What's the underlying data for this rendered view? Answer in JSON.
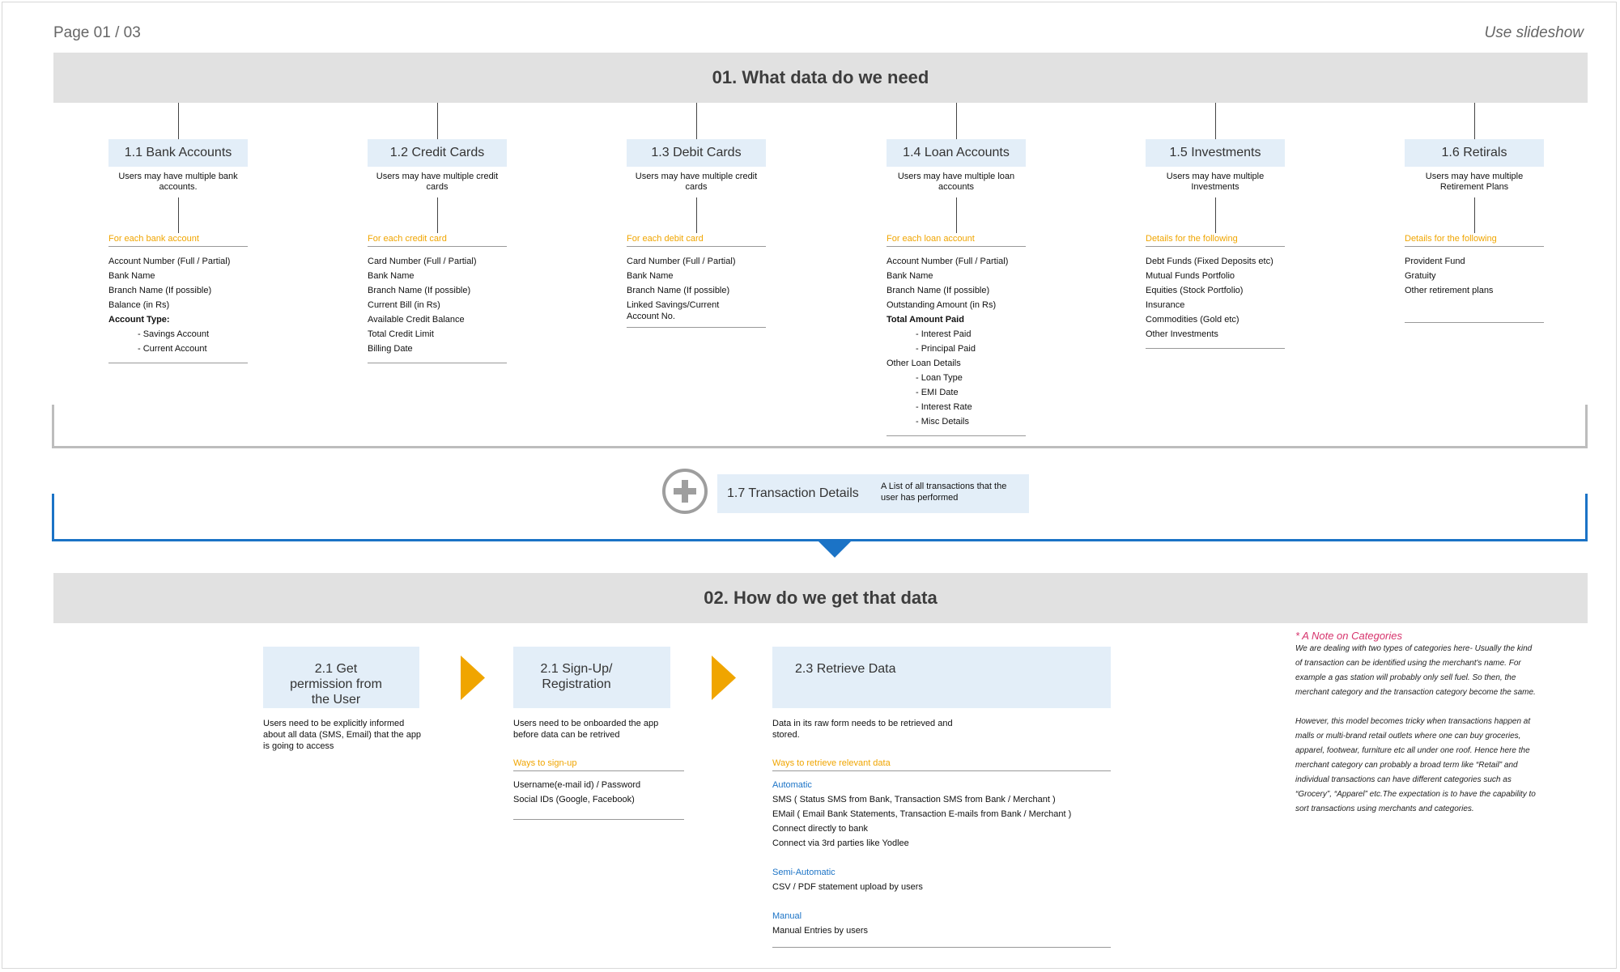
{
  "header": {
    "page_number": "Page 01 / 03",
    "slideshow_label": "Use slideshow"
  },
  "section1": {
    "title": "01. What data do we need",
    "categories": [
      {
        "title": "1.1 Bank Accounts",
        "desc": "Users may have multiple bank accounts.",
        "section": "For each bank account",
        "items": [
          "Account Number (Full / Partial)",
          "Bank Name",
          "Branch Name (If possible)",
          "Balance (in Rs)",
          "Account Type:",
          "- Savings Account",
          "- Current Account"
        ]
      },
      {
        "title": "1.2 Credit Cards",
        "desc": "Users may have multiple credit cards",
        "section": "For each credit card",
        "items": [
          "Card Number (Full / Partial)",
          "Bank Name",
          "Branch Name (If possible)",
          "Current Bill (in Rs)",
          "Available Credit Balance",
          "Total Credit Limit",
          "Billing Date"
        ]
      },
      {
        "title": "1.3 Debit Cards",
        "desc": "Users may have multiple credit cards",
        "section": "For each debit card",
        "items": [
          "Card Number (Full / Partial)",
          "Bank Name",
          "Branch Name (If possible)",
          "Linked Savings/Current",
          "Account No."
        ]
      },
      {
        "title": "1.4 Loan Accounts",
        "desc": "Users may have multiple loan accounts",
        "section": "For each loan account",
        "items": [
          "Account Number (Full / Partial)",
          "Bank Name",
          "Branch Name (If possible)",
          "Outstanding Amount (in Rs)",
          "Total Amount Paid",
          "- Interest Paid",
          "- Principal Paid",
          "Other Loan Details",
          "- Loan Type",
          "- EMI Date",
          "- Interest Rate",
          "- Misc Details"
        ]
      },
      {
        "title": "1.5 Investments",
        "desc": "Users may have multiple Investments",
        "section": "Details for the following",
        "items": [
          "Debt Funds (Fixed Deposits etc)",
          "Mutual Funds Portfolio",
          "Equities (Stock Portfolio)",
          "Insurance",
          "Commodities (Gold etc)",
          "Other Investments"
        ]
      },
      {
        "title": "1.6 Retirals",
        "desc": "Users may have multiple Retirement Plans",
        "section": "Details for the following",
        "items": [
          "Provident Fund",
          "Gratuity",
          "Other retirement plans"
        ]
      }
    ],
    "transaction": {
      "title": "1.7 Transaction Details",
      "desc": "A List of all transactions that the user has performed"
    }
  },
  "section2": {
    "title": "02. How do we get that data",
    "steps": [
      {
        "title": "2.1 Get permission from the User",
        "desc": "Users need to be explicitly informed about all data (SMS, Email) that the app is going to access"
      },
      {
        "title": "2.1 Sign-Up/ Registration",
        "desc": "Users need to be onboarded the app before data can be retrived",
        "section": "Ways to sign-up",
        "items": [
          "Username(e-mail id) / Password",
          "Social IDs (Google, Facebook)"
        ]
      },
      {
        "title": "2.3 Retrieve Data",
        "desc": "Data in its raw form needs to be retrieved and stored.",
        "section": "Ways to retrieve relevant data",
        "groups": [
          {
            "name": "Automatic",
            "items": [
              "SMS ( Status SMS from Bank, Transaction SMS from Bank / Merchant )",
              "EMail ( Email Bank Statements, Transaction E-mails from Bank / Merchant )",
              "Connect directly to bank",
              "Connect via 3rd parties like Yodlee"
            ]
          },
          {
            "name": "Semi-Automatic",
            "items": [
              "CSV / PDF statement upload by users"
            ]
          },
          {
            "name": "Manual",
            "items": [
              "Manual Entries by users"
            ]
          }
        ]
      }
    ],
    "note": {
      "title": "* A Note on Categories",
      "paragraphs": [
        "We are dealing with two types of categories here- Usually the kind of transaction can be identified using the merchant's name. For example a gas station will probably only sell fuel. So then, the merchant category and the transaction category become the same.",
        "However, this model becomes tricky when transactions happen at malls or multi-brand retail outlets where one can buy groceries, apparel, footwear, furniture etc all under one roof. Hence here the merchant category can probably a broad term like “Retail” and individual transactions can have different categories such as “Grocery”, “Apparel” etc.The expectation is to have the capability to sort transactions using merchants and categories."
      ]
    }
  },
  "colors": {
    "banner": "#e1e1e1",
    "box": "#e3eef8",
    "orange": "#f0a500",
    "blue": "#1b73c6",
    "pink": "#d6336c"
  },
  "icons": {
    "plus": "plus-circle-icon",
    "arrow": "triangle-right-icon"
  }
}
